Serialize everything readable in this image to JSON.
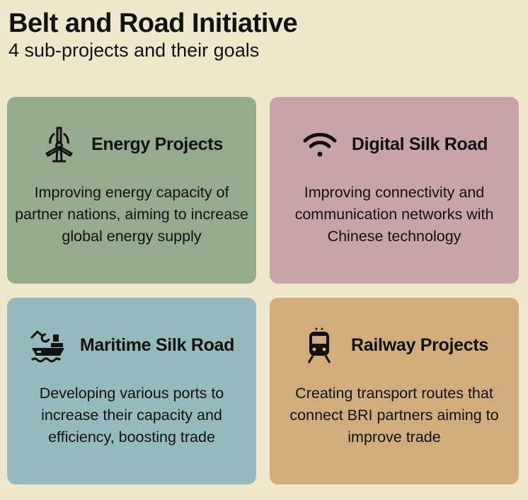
{
  "title": "Belt and Road Initiative",
  "subtitle": "4 sub-projects and their goals",
  "colors": {
    "background": "#EFE7CC",
    "energy": "#94AB8E",
    "digital": "#C6A4A8",
    "maritime": "#96B9BE",
    "railway": "#D1AD7C"
  },
  "cards": [
    {
      "icon": "wind-turbine-icon",
      "title": "Energy Projects",
      "description": "Improving energy capacity of partner nations, aiming to increase global energy supply"
    },
    {
      "icon": "wifi-icon",
      "title": "Digital Silk Road",
      "description": "Improving connectivity and communication networks with Chinese technology"
    },
    {
      "icon": "cargo-ship-icon",
      "title": "Maritime Silk Road",
      "description": "Developing various ports to increase their capacity and efficiency, boosting trade"
    },
    {
      "icon": "train-icon",
      "title": "Railway Projects",
      "description": "Creating transport routes that connect BRI partners aiming to improve trade"
    }
  ]
}
